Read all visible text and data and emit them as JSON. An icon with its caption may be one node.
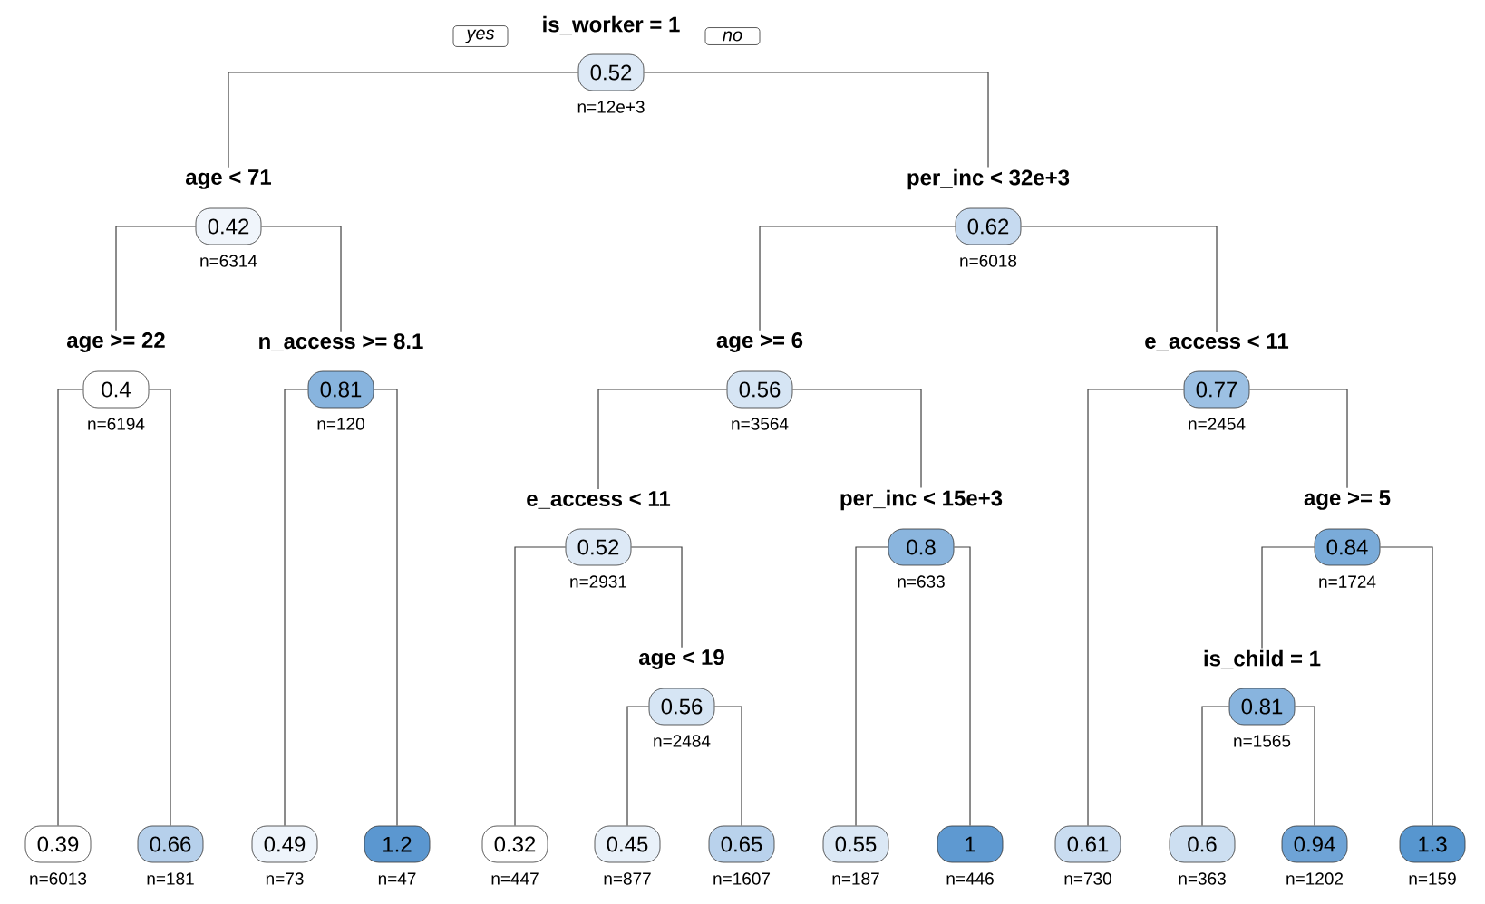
{
  "diagram": {
    "nodes": [
      {
        "text": [
          "is_worker = 1",
          "0.52"
        ],
        "beside": [
          "n=12e+3"
        ]
      },
      {
        "text": [
          "age < 71",
          "0.42"
        ],
        "beside": [
          "n=6314"
        ]
      },
      {
        "text": [
          "per_inc < 32e+3",
          "0.62"
        ],
        "beside": [
          "n=6018"
        ]
      },
      {
        "text": [
          "age >= 22",
          "0.4"
        ],
        "beside": [
          "n=6194"
        ]
      },
      {
        "text": [
          "n_access >= 8.1",
          "0.81"
        ],
        "beside": [
          "n=120"
        ]
      },
      {
        "text": [
          "age >= 6",
          "0.56"
        ],
        "beside": [
          "n=3564"
        ]
      },
      {
        "text": [
          "e_access < 11",
          "0.77"
        ],
        "beside": [
          "n=2454"
        ]
      },
      {
        "text": [
          "e_access < 11",
          "0.52"
        ],
        "beside": [
          "n=2931"
        ]
      },
      {
        "text": [
          "per_inc < 15e+3",
          "0.8"
        ],
        "beside": [
          "n=633"
        ]
      },
      {
        "text": [
          "age >= 5",
          "0.84"
        ],
        "beside": [
          "n=1724"
        ]
      },
      {
        "text": [
          "age < 19",
          "0.56"
        ],
        "beside": [
          "n=2484"
        ]
      },
      {
        "text": [
          "is_child = 1",
          "0.81"
        ],
        "beside": [
          "n=1565"
        ]
      },
      {
        "text": [
          "0.39"
        ],
        "beside": [
          "n=6013"
        ]
      },
      {
        "text": [
          "0.66"
        ],
        "beside": [
          "n=181"
        ]
      },
      {
        "text": [
          "0.49"
        ],
        "beside": [
          "n=73"
        ]
      },
      {
        "text": [
          "1.2"
        ],
        "beside": [
          "n=47"
        ]
      },
      {
        "text": [
          "0.32"
        ],
        "beside": [
          "n=447"
        ]
      },
      {
        "text": [
          "0.45"
        ],
        "beside": [
          "n=877"
        ]
      },
      {
        "text": [
          "0.65"
        ],
        "beside": [
          "n=1607"
        ]
      },
      {
        "text": [
          "0.55"
        ],
        "beside": [
          "n=187"
        ]
      },
      {
        "text": [
          "1"
        ],
        "beside": [
          "n=446"
        ]
      },
      {
        "text": [
          "0.61"
        ],
        "beside": [
          "n=730"
        ]
      },
      {
        "text": [
          "0.6"
        ],
        "beside": [
          "n=363"
        ]
      },
      {
        "text": [
          "0.94"
        ],
        "beside": [
          "n=1202"
        ]
      },
      {
        "text": [
          "1.3"
        ],
        "beside": [
          "n=159"
        ]
      }
    ],
    "edges": [
      {
        "from": 0,
        "to": 1,
        "arrow": "none"
      },
      {
        "from": 0,
        "to": 2,
        "arrow": "none"
      },
      {
        "from": 1,
        "to": 3,
        "arrow": "none"
      },
      {
        "from": 1,
        "to": 4,
        "arrow": "none"
      },
      {
        "from": 2,
        "to": 5,
        "arrow": "none"
      },
      {
        "from": 2,
        "to": 6,
        "arrow": "none"
      },
      {
        "from": 3,
        "to": 12,
        "arrow": "none"
      },
      {
        "from": 3,
        "to": 13,
        "arrow": "none"
      },
      {
        "from": 4,
        "to": 14,
        "arrow": "none"
      },
      {
        "from": 4,
        "to": 15,
        "arrow": "none"
      },
      {
        "from": 5,
        "to": 7,
        "arrow": "none"
      },
      {
        "from": 5,
        "to": 8,
        "arrow": "none"
      },
      {
        "from": 6,
        "to": 21,
        "arrow": "none"
      },
      {
        "from": 6,
        "to": 9,
        "arrow": "none"
      },
      {
        "from": 7,
        "to": 16,
        "arrow": "none"
      },
      {
        "from": 7,
        "to": 10,
        "arrow": "none"
      },
      {
        "from": 10,
        "to": 17,
        "arrow": "none"
      },
      {
        "from": 10,
        "to": 18,
        "arrow": "none"
      },
      {
        "from": 8,
        "to": 19,
        "arrow": "none"
      },
      {
        "from": 8,
        "to": 20,
        "arrow": "none"
      },
      {
        "from": 9,
        "to": 11,
        "arrow": "none"
      },
      {
        "from": 9,
        "to": 24,
        "arrow": "none"
      },
      {
        "from": 11,
        "to": 22,
        "arrow": "none"
      },
      {
        "from": 11,
        "to": 23,
        "arrow": "none"
      }
    ],
    "labels": [
      "yes",
      "no"
    ]
  }
}
